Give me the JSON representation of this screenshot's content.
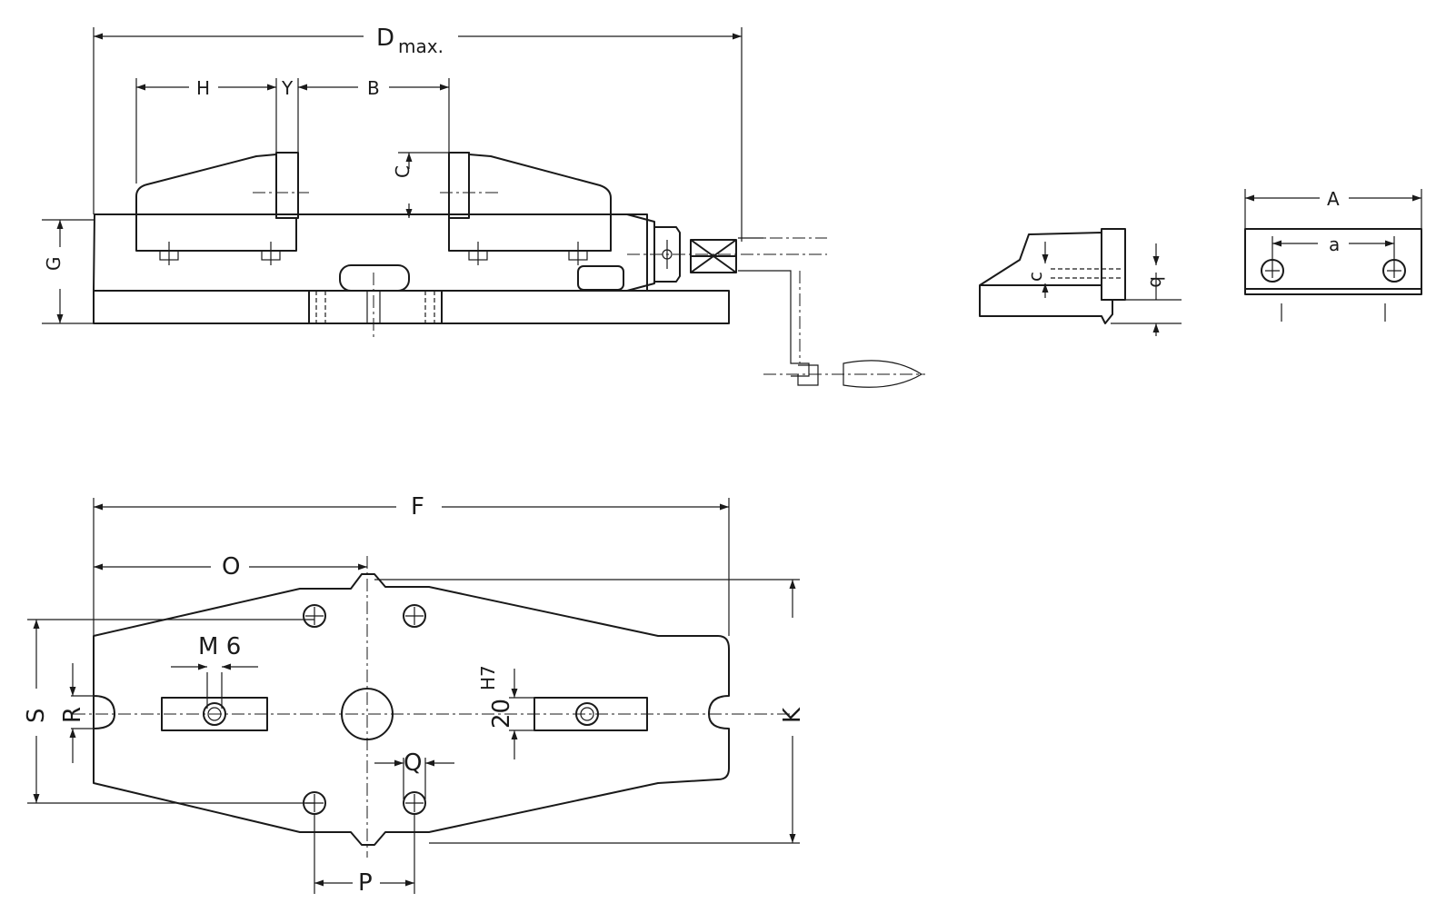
{
  "labels": {
    "D": "D",
    "D_sub": "max.",
    "H": "H",
    "Y": "Y",
    "B": "B",
    "C": "C",
    "G": "G",
    "A": "A",
    "a": "a",
    "c": "c",
    "b": "b",
    "F": "F",
    "O": "O",
    "M6": "M 6",
    "S": "S",
    "R": "R",
    "K": "K",
    "P": "P",
    "Q": "Q",
    "bore": "20",
    "bore_tol": "H7"
  }
}
